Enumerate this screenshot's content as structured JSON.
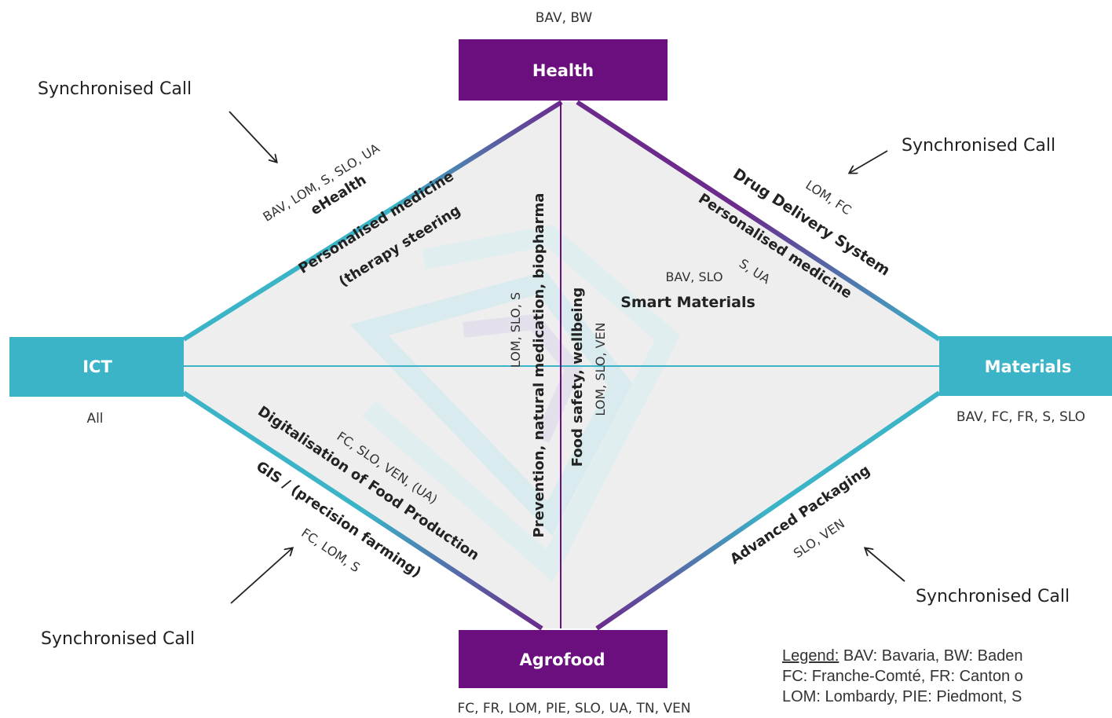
{
  "nodes": {
    "health": {
      "label": "Health",
      "regions": "BAV, BW"
    },
    "ict": {
      "label": "ICT",
      "regions": "All"
    },
    "materials": {
      "label": "Materials",
      "regions": "BAV, FC, FR, S, SLO"
    },
    "agrofood": {
      "label": "Agrofood",
      "regions": "FC, FR, LOM, PIE, SLO, UA, TN, VEN"
    }
  },
  "edges": {
    "ict_health": {
      "regions": "BAV, LOM, S, SLO, UA",
      "topic_1": "eHealth",
      "topic_2": "Personalised medicine",
      "topic_3": "(therapy steering"
    },
    "health_materials": {
      "topic_1": "Drug Delivery System",
      "regions_1": "LOM, FC",
      "topic_2": "Personalised medicine",
      "regions_2": "S, UA"
    },
    "ict_agrofood": {
      "regions_1": "FC, SLO, VEN, (UA)",
      "topic_1": "Digitalisation of Food Production",
      "topic_2": "GIS / (precision farming)",
      "regions_2": "FC, LOM, S"
    },
    "materials_agrofood": {
      "topic_1": "Advanced Packaging",
      "regions_1": "SLO, VEN"
    },
    "center": {
      "smart_regions": "BAV, SLO",
      "smart_topic": "Smart Materials",
      "vert_topic_1": "Prevention, natural medication, biopharma",
      "vert_regions_1": "LOM, SLO, S",
      "vert_topic_2": "Food safety, wellbeing",
      "vert_regions_2": "LOM, SLO, VEN"
    }
  },
  "calls": {
    "top_left": "Synchronised Call",
    "top_right": "Synchronised Call",
    "bottom_left": "Synchronised Call",
    "bottom_right": "Synchronised Call"
  },
  "legend": {
    "label": "Legend:",
    "line_1": "BAV: Bavaria, BW: Baden",
    "line_2": "FC: Franche-Comté, FR: Canton o",
    "line_3": "LOM: Lombardy, PIE: Piedmont, S"
  },
  "colors": {
    "purple": "#6b0f7e",
    "teal": "#3bb4c8",
    "fill": "#eeeeee"
  }
}
